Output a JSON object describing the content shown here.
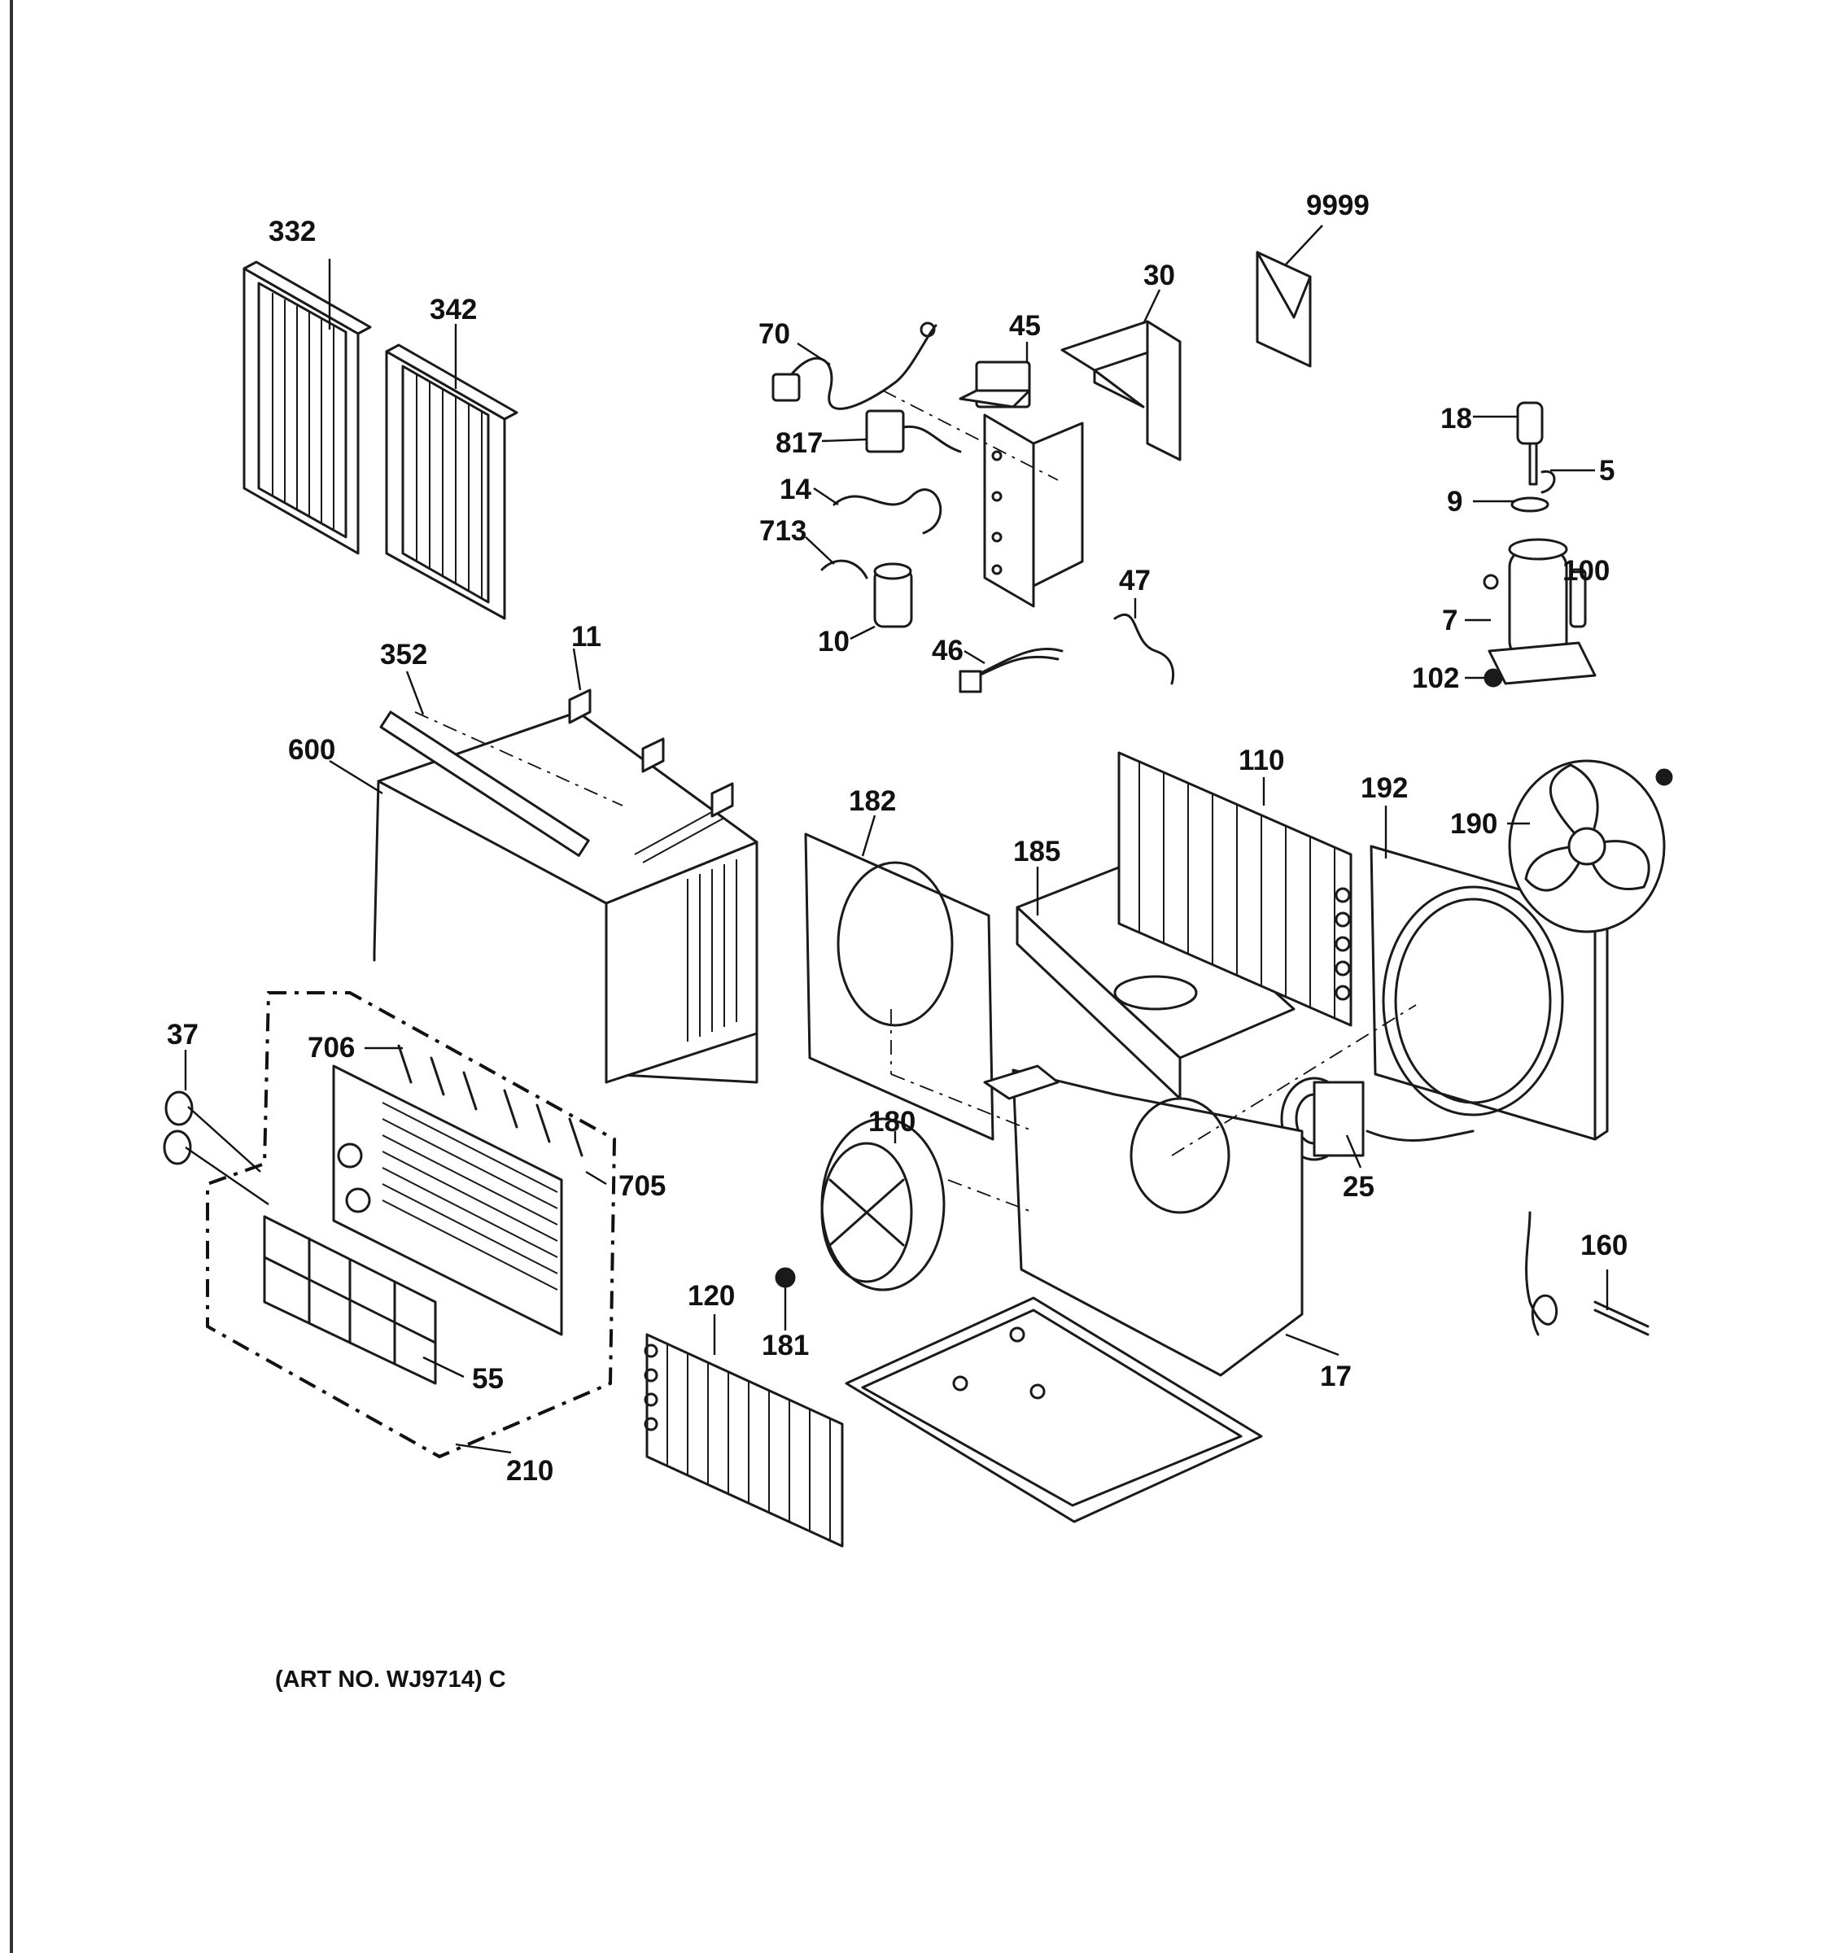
{
  "art_number": "(ART NO. WJ9714) C",
  "part_labels": {
    "p332": "332",
    "p342": "342",
    "p70": "70",
    "p45": "45",
    "p30": "30",
    "p9999": "9999",
    "p817": "817",
    "p14": "14",
    "p713": "713",
    "p10": "10",
    "p46": "46",
    "p47": "47",
    "p18": "18",
    "p5": "5",
    "p9": "9",
    "p100": "100",
    "p7": "7",
    "p102": "102",
    "p352": "352",
    "p11": "11",
    "p600": "600",
    "p182": "182",
    "p185": "185",
    "p110": "110",
    "p192": "192",
    "p190": "190",
    "p37": "37",
    "p706": "706",
    "p705": "705",
    "p180": "180",
    "p25": "25",
    "p120": "120",
    "p181": "181",
    "p55": "55",
    "p210": "210",
    "p17": "17",
    "p160": "160"
  }
}
